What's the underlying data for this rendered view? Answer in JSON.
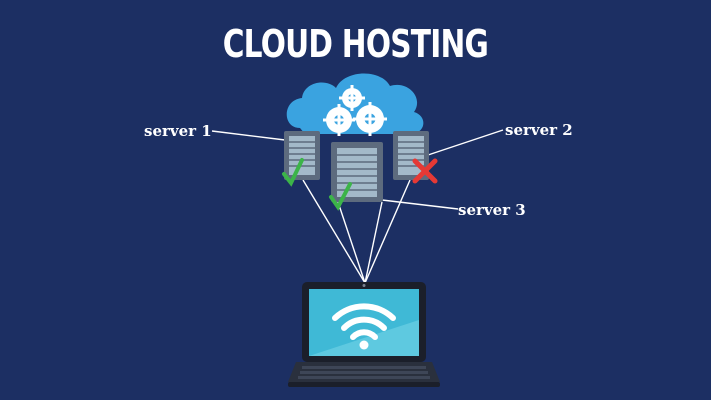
{
  "title": "CLOUD HOSTING",
  "servers": [
    {
      "label": "server 1",
      "status": "ok"
    },
    {
      "label": "server 2",
      "status": "down"
    },
    {
      "label": "server 3",
      "status": "ok"
    }
  ],
  "colors": {
    "background": "#1c2f63",
    "cloud": "#3aa3e0",
    "server_body": "#5d6b7e",
    "check": "#3cb449",
    "cross": "#e53935",
    "screen": "#3fb9d6"
  },
  "icons": [
    "cloud-icon",
    "gear-icon",
    "server-icon",
    "check-icon",
    "cross-icon",
    "laptop-icon",
    "wifi-icon"
  ]
}
